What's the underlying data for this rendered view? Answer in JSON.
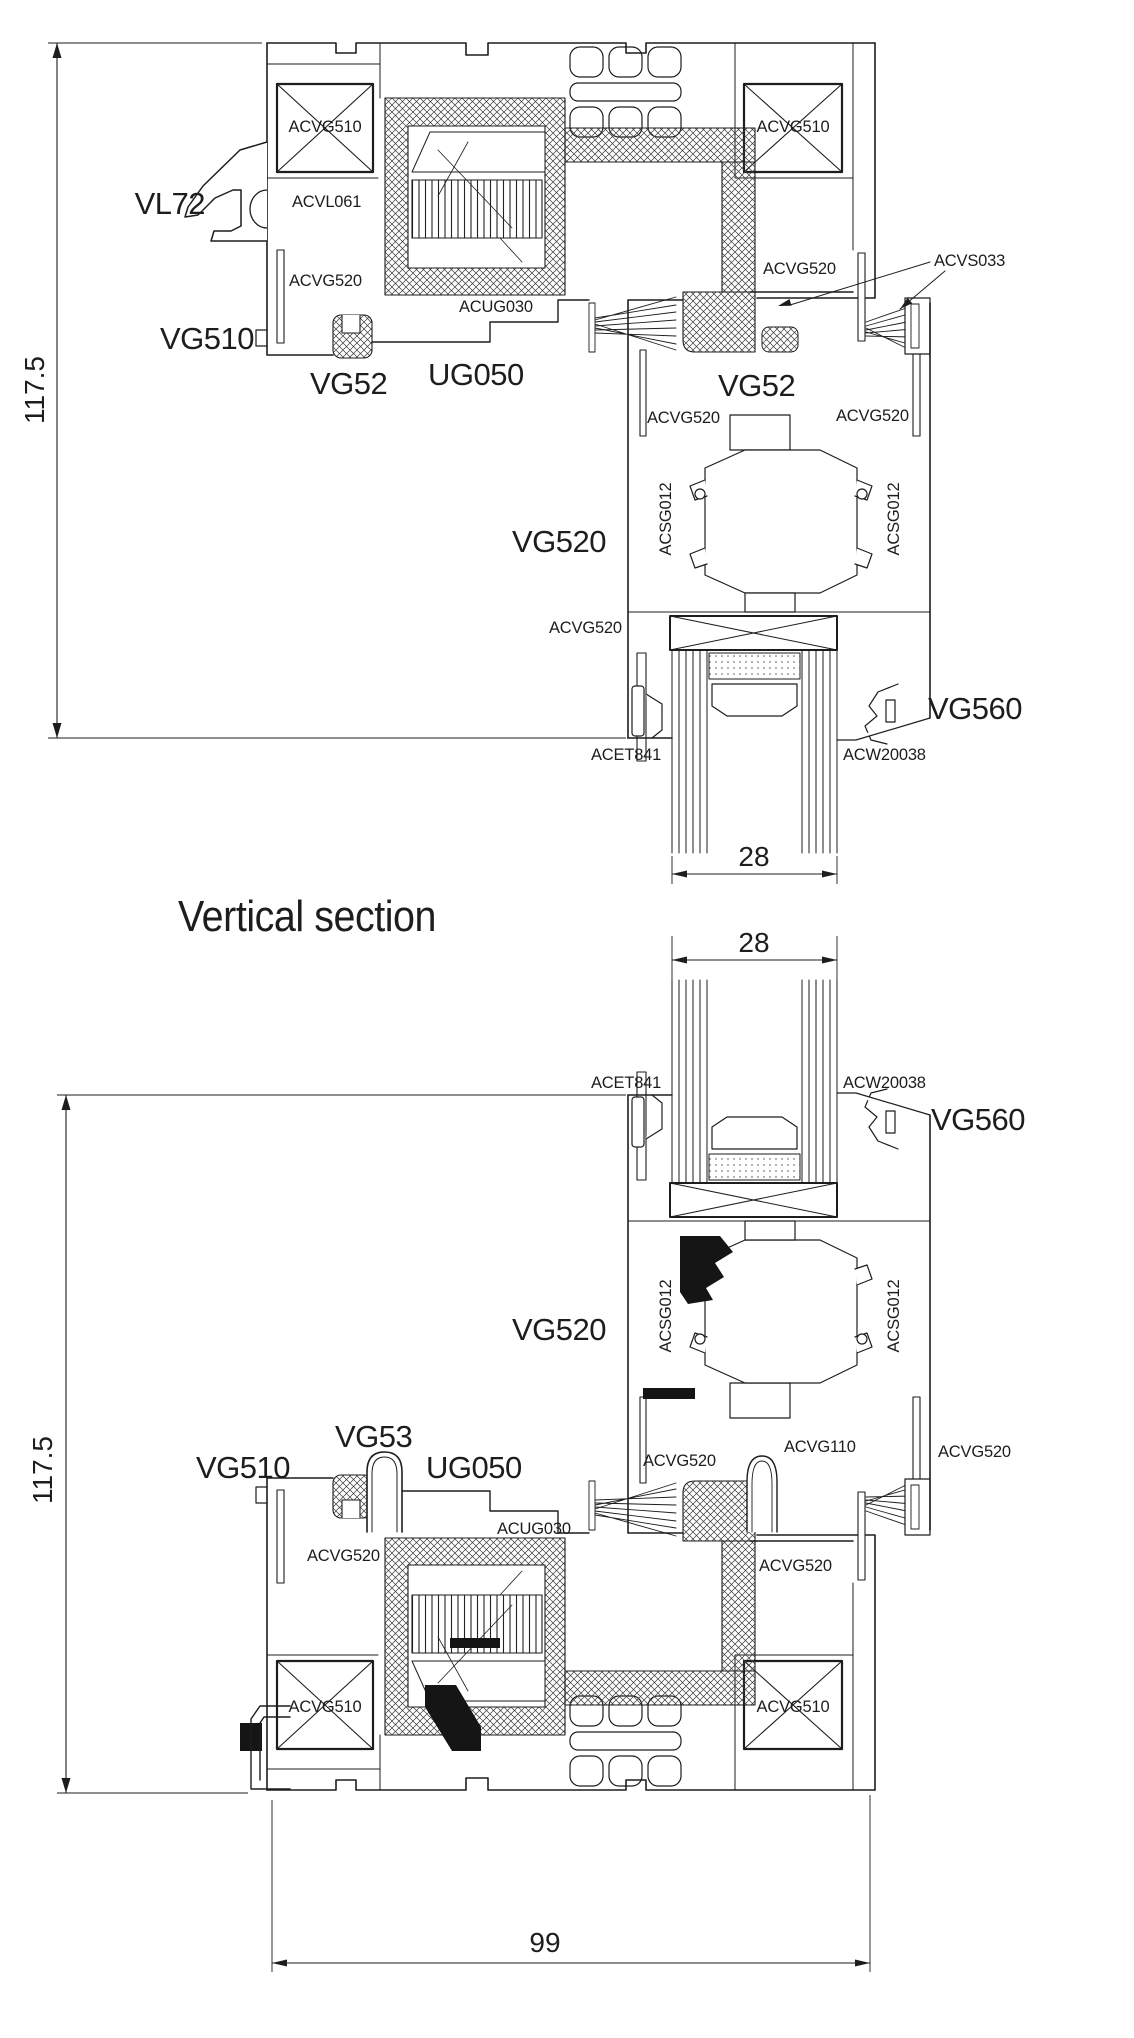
{
  "title": "Vertical section",
  "colors": {
    "line": "#1d1d1b",
    "background": "#ffffff",
    "solid_gasket_fill": "#151515"
  },
  "dimensions": {
    "frame_height_mm": "117.5",
    "glazing_width_mm": "28",
    "frame_width_mm": "99"
  },
  "labels": {
    "vl72": "VL72",
    "vg510": "VG510",
    "vg52": "VG52",
    "vg520": "VG520",
    "vg53": "VG53",
    "vg560": "VG560",
    "ug050": "UG050",
    "acvg510": "ACVG510",
    "acvg520": "ACVG520",
    "acvl061": "ACVL061",
    "acug030": "ACUG030",
    "acvs033": "ACVS033",
    "acsg012": "ACSG012",
    "acet841": "ACET841",
    "acw20038": "ACW20038",
    "acvg110": "ACVG110"
  }
}
